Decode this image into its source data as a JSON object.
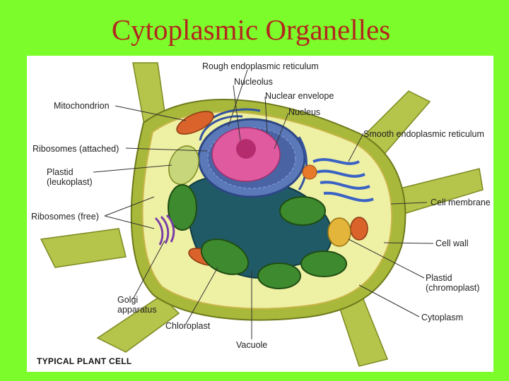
{
  "slide": {
    "title": "Cytoplasmic Organelles"
  },
  "diagram": {
    "caption": "TYPICAL PLANT CELL",
    "labels": {
      "rough_er": "Rough endoplasmic reticulum",
      "nucleolus": "Nucleolus",
      "nuclear_envelope": "Nuclear envelope",
      "nucleus": "Nucleus",
      "mitochondrion": "Mitochondrion",
      "ribosomes_attached": "Ribosomes (attached)",
      "plastid_leuko_1": "Plastid",
      "plastid_leuko_2": "(leukoplast)",
      "ribosomes_free": "Ribosomes (free)",
      "smooth_er": "Smooth endoplasmic reticulum",
      "cell_membrane": "Cell membrane",
      "cell_wall": "Cell wall",
      "plastid_chromo_1": "Plastid",
      "plastid_chromo_2": "(chromoplast)",
      "cytoplasm": "Cytoplasm",
      "golgi_1": "Golgi",
      "golgi_2": "apparatus",
      "chloroplast": "Chloroplast",
      "vacuole": "Vacuole"
    }
  },
  "colors": {
    "background": "#7cfc2a",
    "title": "#b3261e",
    "cell_wall": "#a7b83a",
    "cytoplasm": "#eef0a4",
    "vacuole": "#1f5a66",
    "nucleus": "#5b78b8",
    "nucleolus": "#e05aa0",
    "chloroplast": "#3e8a2e",
    "mitochondrion": "#d9632b"
  }
}
